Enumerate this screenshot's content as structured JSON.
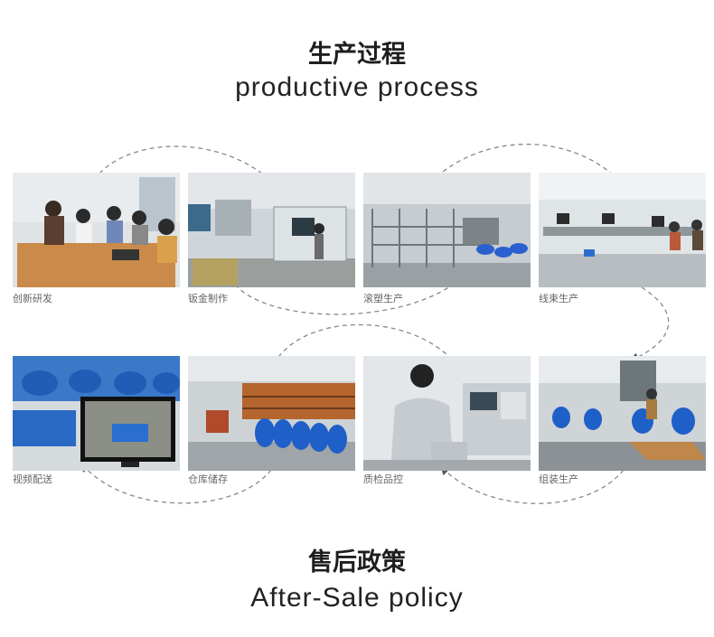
{
  "section1": {
    "title_cn": "生产过程",
    "title_en": "productive process"
  },
  "section2": {
    "title_cn": "售后政策",
    "title_en": "After-Sale policy"
  },
  "steps": [
    {
      "label": "创新研发"
    },
    {
      "label": "钣金制作"
    },
    {
      "label": "滚塑生产"
    },
    {
      "label": "线束生产"
    },
    {
      "label": "视频配送"
    },
    {
      "label": "仓库储存"
    },
    {
      "label": "质检品控"
    },
    {
      "label": "组装生产"
    }
  ],
  "colors": {
    "accent_blue": "#2a7fd4",
    "arrow": "#555555"
  }
}
